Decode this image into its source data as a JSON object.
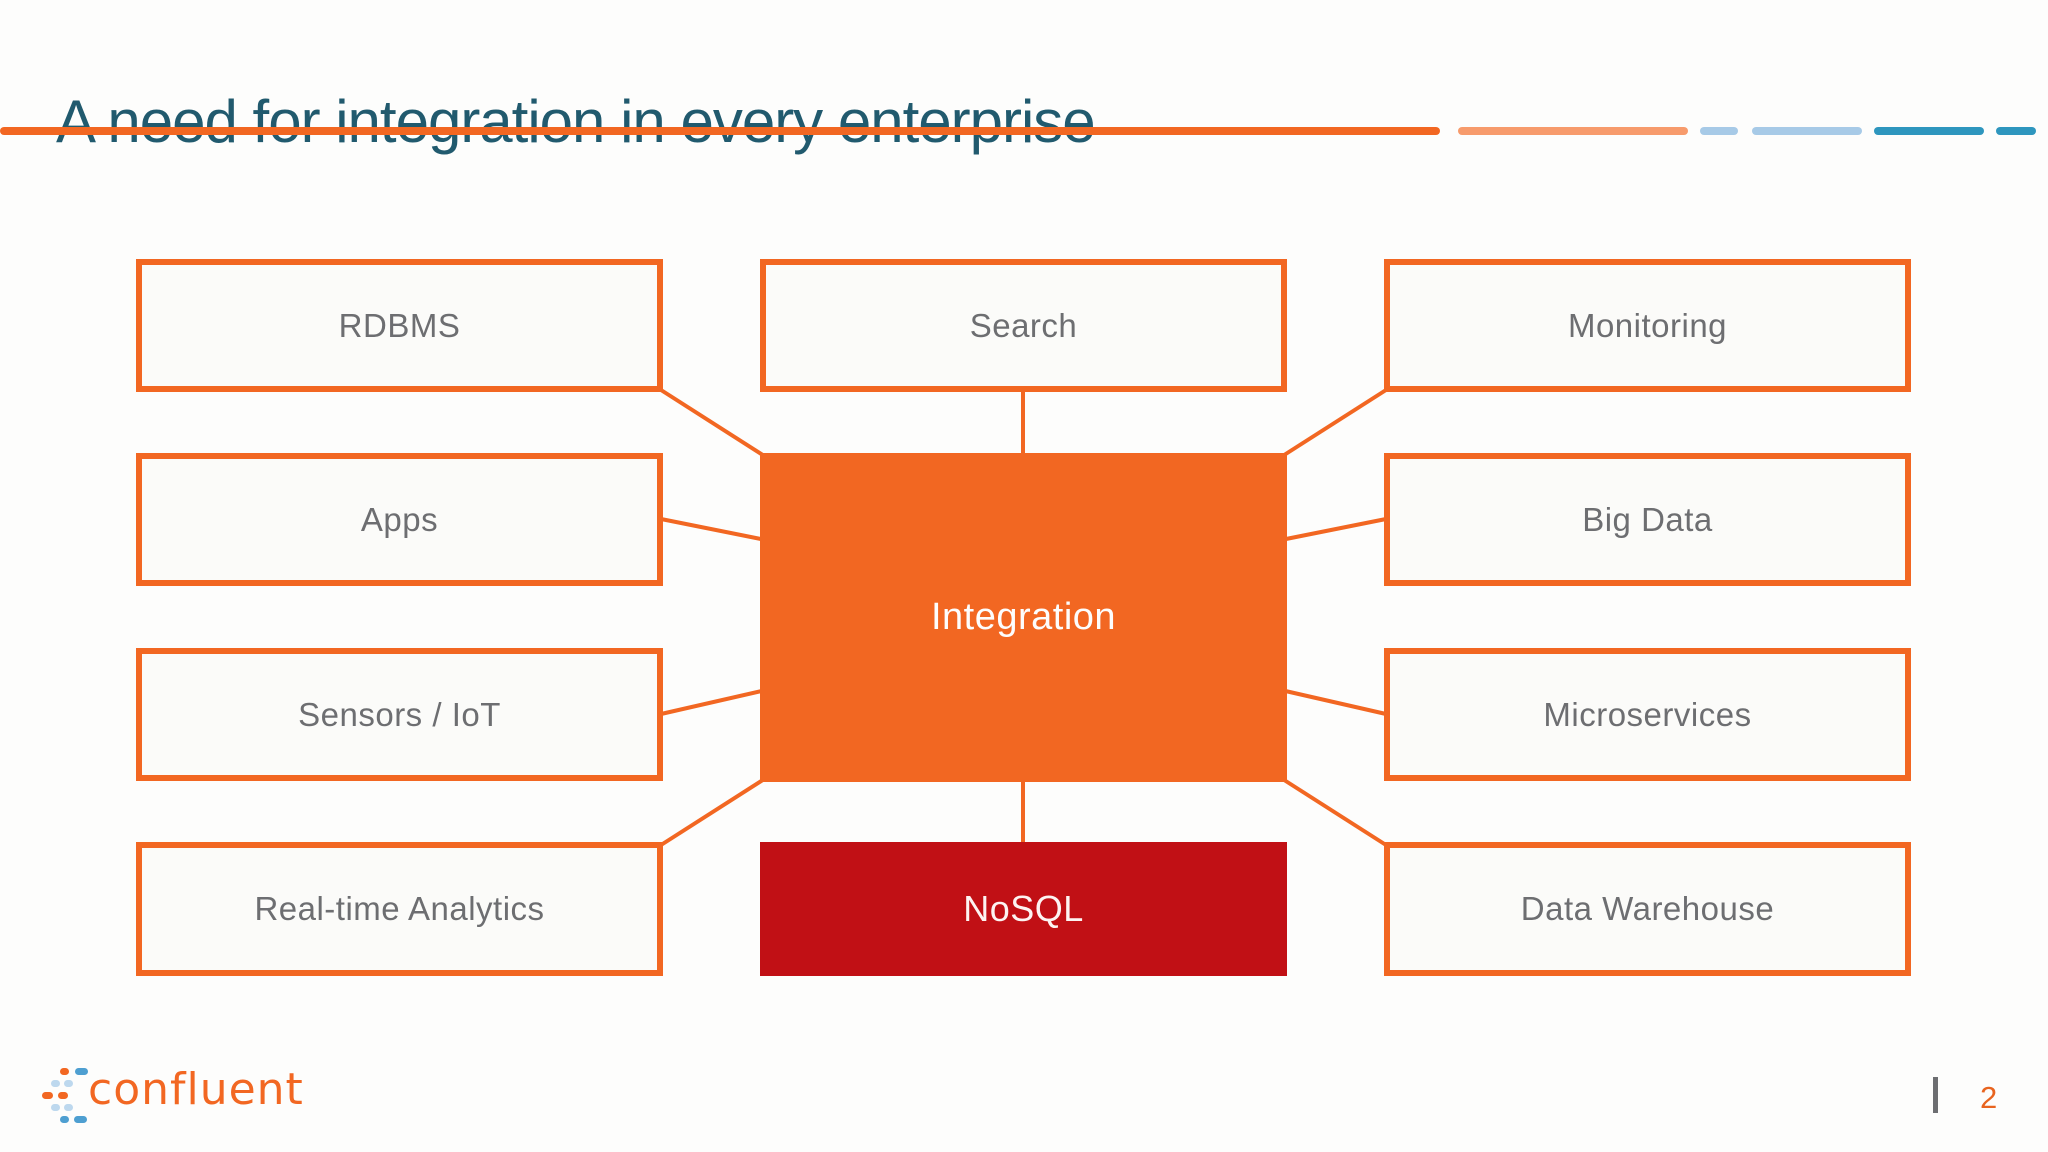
{
  "header": {
    "title": "A need for integration in every enterprise"
  },
  "colors": {
    "title_teal": "#215A6E",
    "brand_orange": "#F26722",
    "rule_peach": "#F79B6C",
    "rule_light_blue": "#A7CAE7",
    "rule_teal_blue": "#2E96BE",
    "nosql_red": "#C11015",
    "node_text_gray": "#6D6E71",
    "node_fill": "#FBFBF9",
    "logo_blue": "#4E9FD1",
    "logo_light_blue": "#BDD8EE"
  },
  "diagram": {
    "center": {
      "label": "Integration"
    },
    "nodes": [
      {
        "label": "RDBMS"
      },
      {
        "label": "Search"
      },
      {
        "label": "Monitoring"
      },
      {
        "label": "Apps"
      },
      {
        "label": "Big Data"
      },
      {
        "label": "Sensors / IoT"
      },
      {
        "label": "Microservices"
      },
      {
        "label": "Real-time Analytics"
      },
      {
        "label": "NoSQL"
      },
      {
        "label": "Data Warehouse"
      }
    ]
  },
  "footer": {
    "logo_text": "confluent",
    "separator": "|",
    "page_number": "2"
  }
}
